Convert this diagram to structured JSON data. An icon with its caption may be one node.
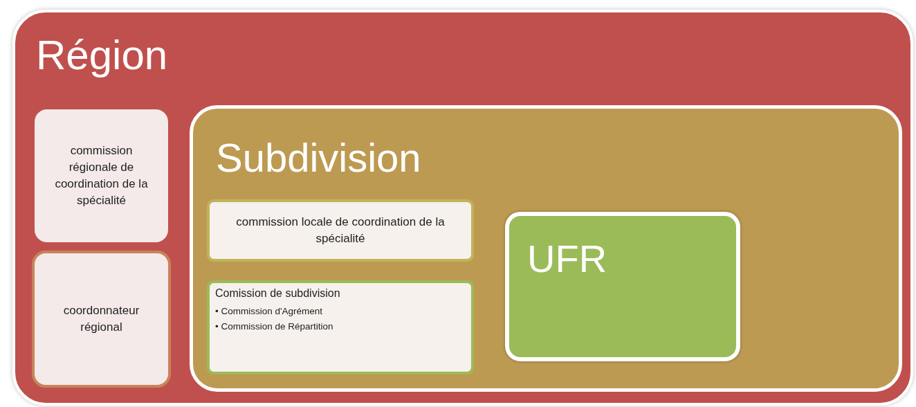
{
  "diagram": {
    "nodes": [
      {
        "text": [
          "Région"
        ]
      },
      {
        "text": [
          "commission régionale de coordination de la spécialité"
        ],
        "in": 0
      },
      {
        "text": [
          "coordonnateur régional"
        ],
        "in": 0
      },
      {
        "text": [
          "Subdivision"
        ],
        "in": 0
      },
      {
        "text": [
          "commission locale de coordination de la spécialité"
        ],
        "in": 3
      },
      {
        "text": [
          "Comission de subdivision",
          "• Commission d'Agrément",
          "• Commission de Répartition"
        ],
        "in": 3
      },
      {
        "text": [
          "UFR"
        ],
        "in": 3
      }
    ]
  }
}
